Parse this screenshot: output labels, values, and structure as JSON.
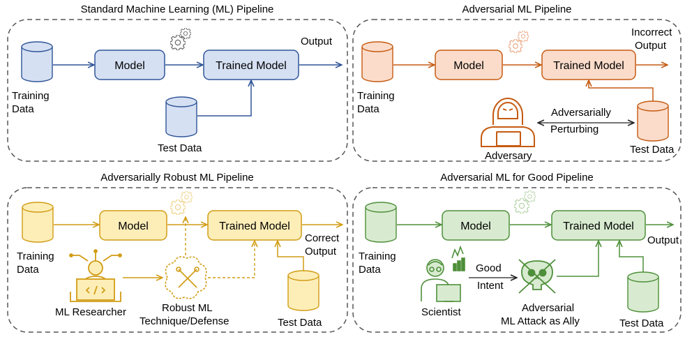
{
  "panels": [
    {
      "title": "Standard Machine Learning (ML) Pipeline",
      "training_data": [
        "Training",
        "Data"
      ],
      "model": "Model",
      "trained_model": "Trained Model",
      "output": [
        "Output"
      ],
      "test_data": "Test Data"
    },
    {
      "title": "Adversarial ML Pipeline",
      "training_data": [
        "Training",
        "Data"
      ],
      "model": "Model",
      "trained_model": "Trained Model",
      "output": [
        "Incorrect",
        "Output"
      ],
      "test_data": "Test Data",
      "edge_label": [
        "Adversarially",
        "Perturbing"
      ],
      "actor": "Adversary"
    },
    {
      "title": "Adversarially Robust ML Pipeline",
      "training_data": [
        "Training",
        "Data"
      ],
      "model": "Model",
      "trained_model": "Trained Model",
      "output": [
        "Correct",
        "Output"
      ],
      "test_data": "Test Data",
      "actor": "ML Researcher",
      "technique": [
        "Robust ML",
        "Technique/Defense"
      ]
    },
    {
      "title": "Adversarial ML for Good Pipeline",
      "training_data": [
        "Training",
        "Data"
      ],
      "model": "Model",
      "trained_model": "Trained Model",
      "output": [
        "Output"
      ],
      "test_data": "Test Data",
      "actor": "Scientist",
      "edge_label": [
        "Good",
        "Intent"
      ],
      "technique": [
        "Adversarial",
        "ML Attack as Ally"
      ]
    }
  ],
  "colors": {
    "blue_stroke": "#2f5597",
    "blue_fill": "#d6e0f3",
    "orange_stroke": "#c55a11",
    "orange_fill": "#fbdccb",
    "yellow_stroke": "#d19c14",
    "yellow_fill": "#fdeeb8",
    "green_stroke": "#4e8f3a",
    "green_fill": "#d8ebd0",
    "panel_border": "#555555"
  }
}
